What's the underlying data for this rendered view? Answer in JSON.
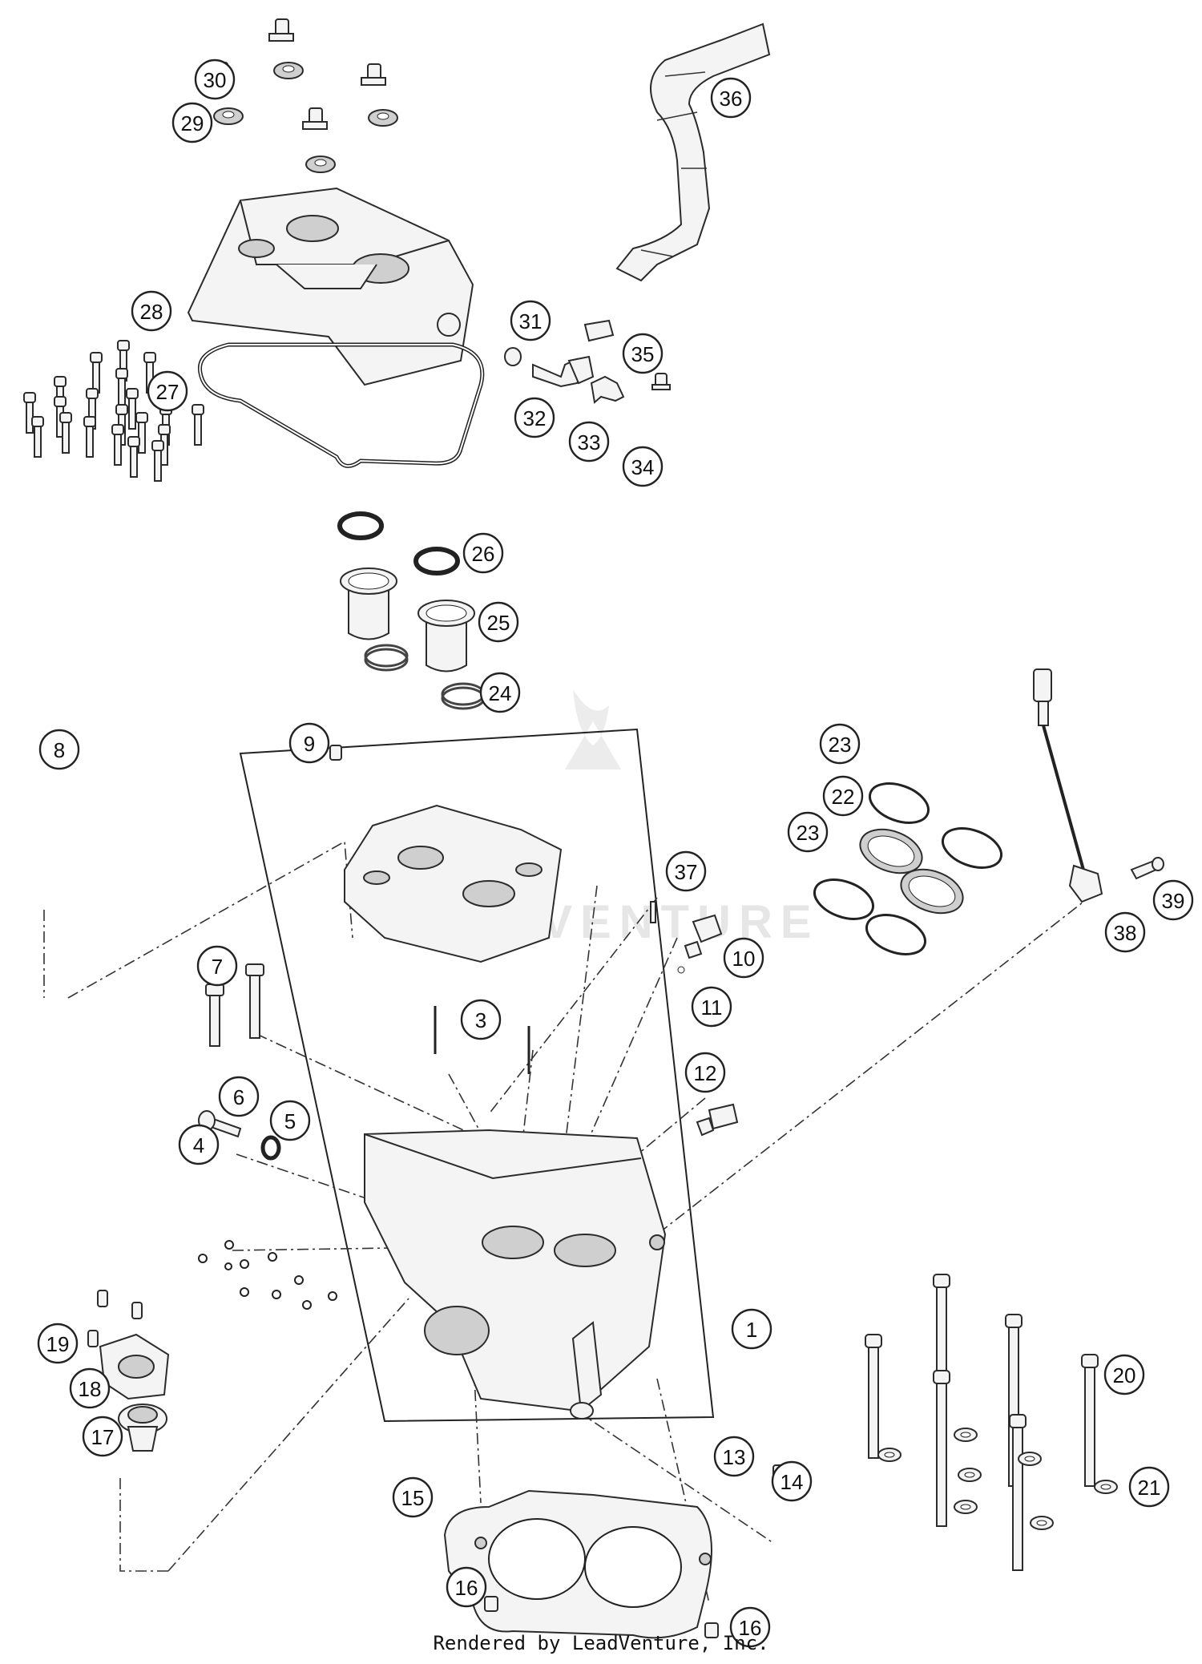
{
  "watermark": "LEADVENTURE",
  "footer": "Rendered by LeadVenture, Inc.",
  "callouts": [
    "1",
    "3",
    "4",
    "5",
    "6",
    "7",
    "8",
    "9",
    "10",
    "11",
    "12",
    "13",
    "14",
    "15",
    "16",
    "16",
    "17",
    "18",
    "19",
    "20",
    "21",
    "22",
    "23",
    "23",
    "24",
    "25",
    "26",
    "27",
    "28",
    "29",
    "30",
    "31",
    "32",
    "33",
    "34",
    "35",
    "36",
    "37",
    "38",
    "39"
  ]
}
